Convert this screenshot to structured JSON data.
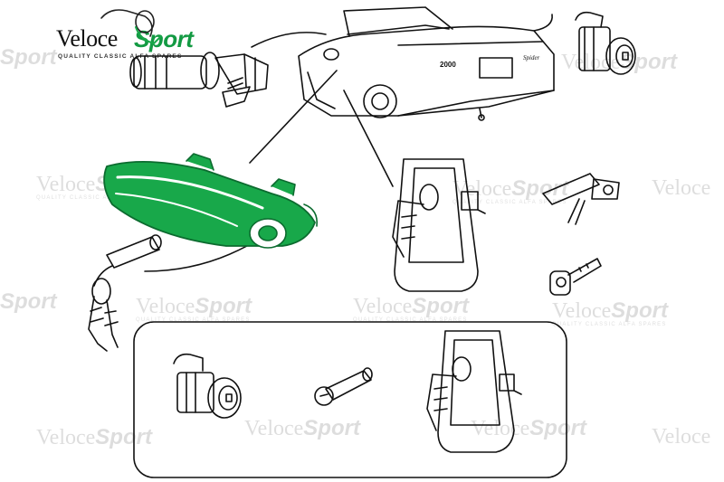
{
  "logo": {
    "name_part1": "Veloce",
    "name_part2": "Sport",
    "tagline": "QUALITY CLASSIC ALFA SPARES",
    "brand_color": "#139a43"
  },
  "car": {
    "badge": "2000",
    "script": "Spider"
  },
  "colors": {
    "highlight": "#18a84a",
    "line": "#111111"
  },
  "icons": [
    "logo-emblem",
    "car-illustration",
    "door-handle",
    "lock-cylinder",
    "key",
    "ignition-barrel",
    "boot-lock"
  ]
}
